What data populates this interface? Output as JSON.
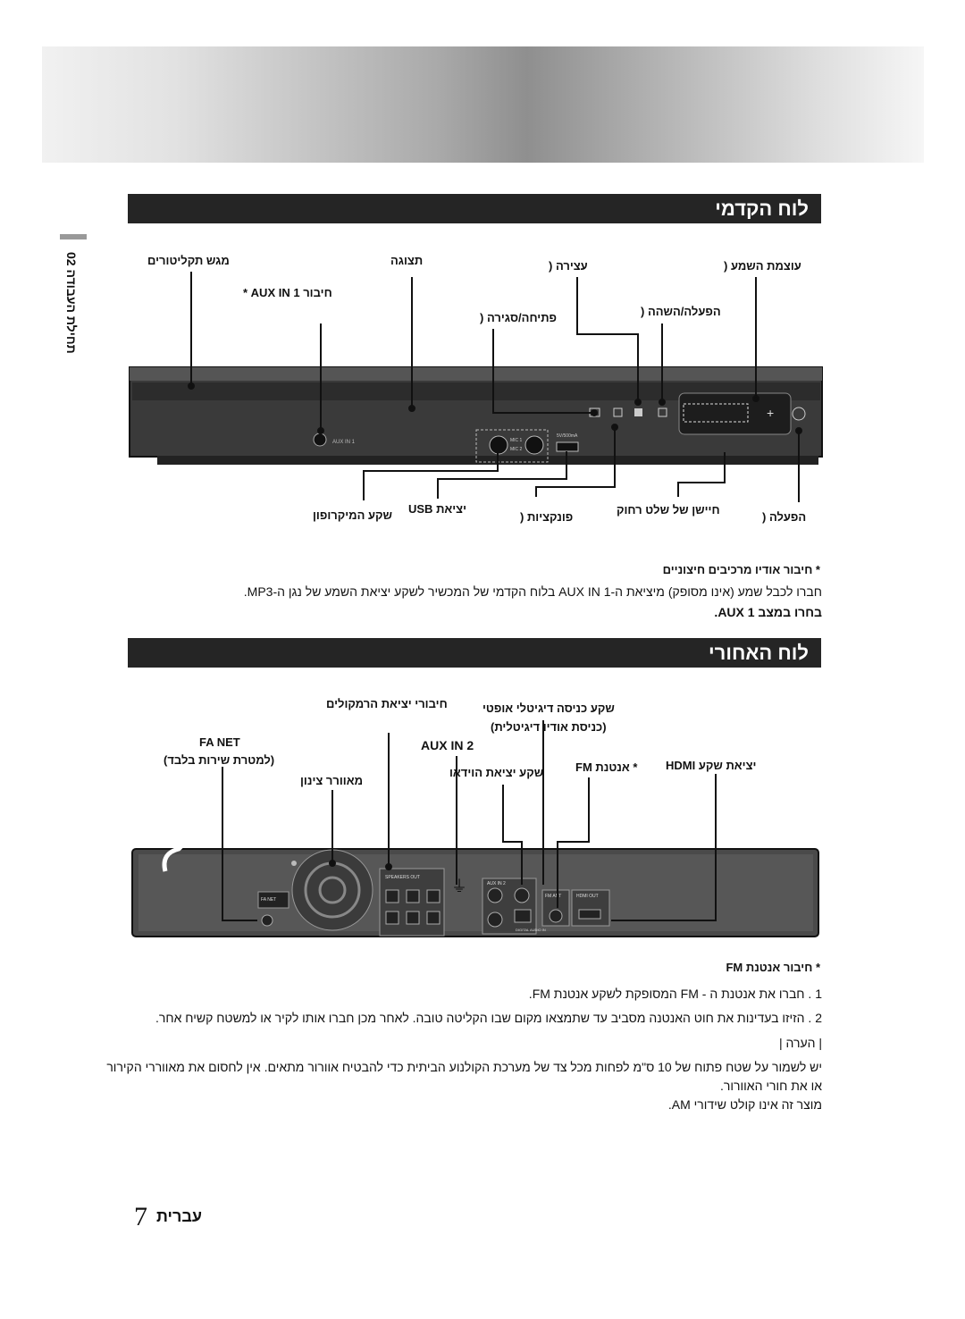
{
  "side_tab": {
    "number": "02",
    "title": "תחילת העבודה"
  },
  "front_panel": {
    "heading": "לוח הקדמי",
    "labels": {
      "display_cover": "מגש תקליטורים",
      "aux_in1": "חיבור AUX IN 1 *",
      "display": "תצוגה",
      "stop": "עצירה (",
      "volume": "עוצמת השמע (",
      "open_close": "פתיחה/סגירה (",
      "play_pause": "הפעלה/השהה (",
      "mic_jack": "שקע המיקרופון",
      "usb": "יציאת USB",
      "function": "פונקציות (",
      "remote_sensor": "חיישן של שלט רחוק",
      "power": "הפעלה ("
    },
    "device_text": {
      "aux": "AUX IN 1",
      "mic1": "MIC 1",
      "mic2": "MIC 2",
      "usb": "5V/500mA"
    }
  },
  "aux_note": {
    "title": "* חיבור אודיו מרכיבים חיצוניים",
    "line1": "חברו לכבל שמע (אינו מסופק) מיציאת ה-AUX IN 1 בלוח הקדמי של המכשיר לשקע יציאת השמע של נגן ה-MP3.",
    "line2": "בחרו במצב AUX 1."
  },
  "rear_panel": {
    "heading": "לוח האחורי",
    "labels": {
      "speakers_out": "חיבורי יציאת הרמקולים",
      "digital_in": "שקע כניסה דיגיטלי אופטי",
      "digital_in2": "(כניסת אודיו דיגיטלית)",
      "fa_net": "FA NET",
      "fa_net2": "(למטרת שירות בלבד)",
      "aux_in2": "AUX IN 2",
      "fan": "מאוורר צינון",
      "video_out": "שקע יציאת הוידאו",
      "fm": "* אנטנת FM",
      "hdmi": "יציאת שקע HDMI"
    },
    "device_text": {
      "speakers": "SPEAKERS OUT",
      "fanet": "FA NET",
      "aux2": "AUX IN 2",
      "fmant": "FM ANT",
      "hdmi": "HDMI OUT",
      "digital": "DIGITAL AUDIO IN"
    }
  },
  "fm_note": {
    "title": "* חיבור אנטנת FM",
    "item1": "1 .  חברו את אנטנת ה - FM המסופקת לשקע אנטנת FM.",
    "item2": "2 .  הזיזו בעדינות את חוט האנטנה מסביב עד שתמצאו מקום שבו הקליטה טובה. לאחר מכן חברו אותו לקיר או למשטח קשיח אחר.",
    "note_label": "| הערה |",
    "bullet1a": "יש לשמור על שטח פתוח של 10 ס\"מ לפחות מכל צד של מערכת הקולנוע הביתית כדי להבטיח אוורור מתאים. אין לחסום את מאווררי הקירור",
    "bullet1b": "או את חורי האוורור.",
    "bullet2": "מוצר זה אינו קולט שידורי AM."
  },
  "page_footer": {
    "number": "7",
    "word": "עברית"
  }
}
